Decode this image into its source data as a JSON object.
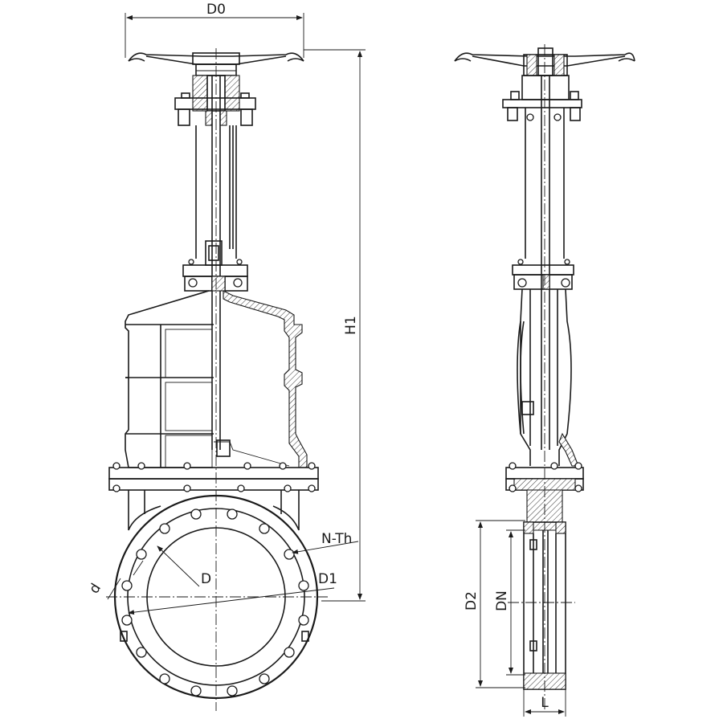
{
  "labels": {
    "handwheel_diameter": "D0",
    "overall_height": "H1",
    "bolt_count_thread": "N-Th",
    "bore": "D",
    "bolt_circle": "D1",
    "bolt_hole": "d",
    "flange_diameter": "D2",
    "nominal_diameter": "DN",
    "face_to_face": "L"
  }
}
